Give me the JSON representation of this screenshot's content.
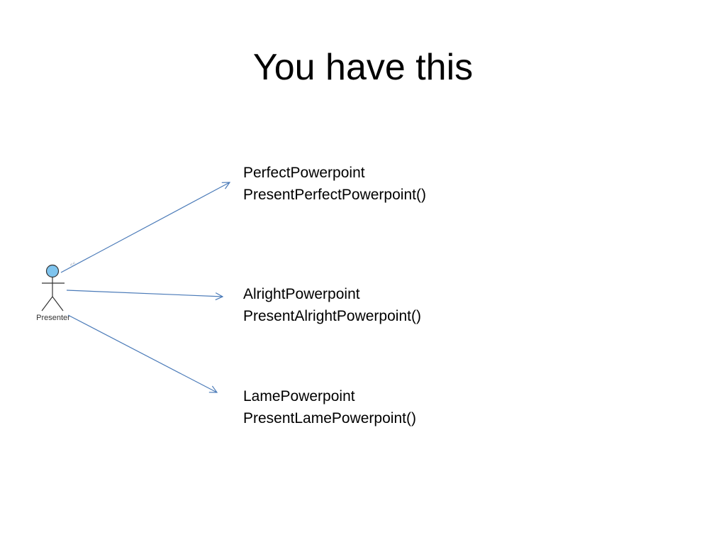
{
  "slide": {
    "title": "You have this"
  },
  "colors": {
    "arrow": "#4a7ab8",
    "actor_head_fill": "#7fc4ee",
    "actor_stroke": "#333333"
  },
  "actor": {
    "label": "Presenter",
    "icon": "stick-figure-icon"
  },
  "associations": [
    {
      "class_name": "PerfectPowerpoint",
      "operation": "PresentPerfectPowerpoint()",
      "stereotype": "<<"
    },
    {
      "class_name": "AlrightPowerpoint",
      "operation": "PresentAlrightPowerpoint()"
    },
    {
      "class_name": "LamePowerpoint",
      "operation": "PresentLamePowerpoint()"
    }
  ]
}
